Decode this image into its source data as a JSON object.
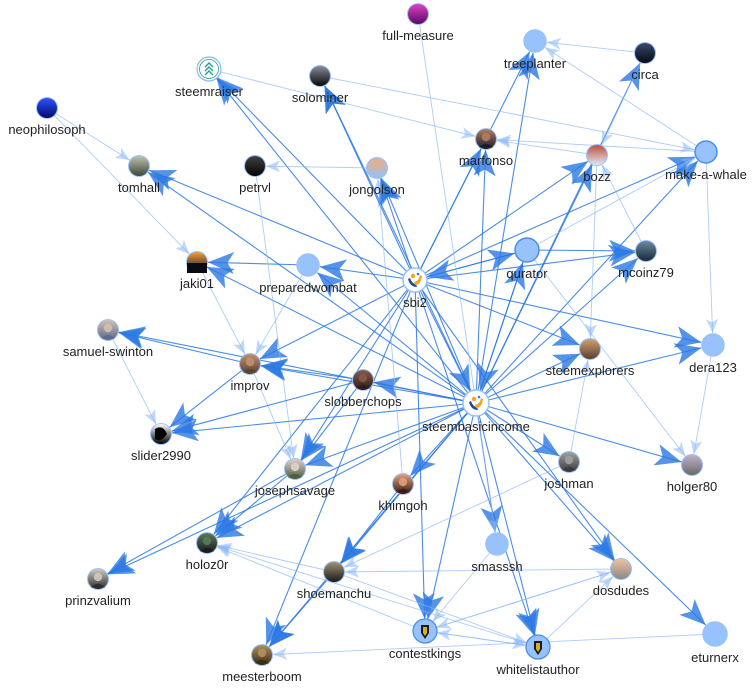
{
  "graph": {
    "colors": {
      "edge_strong": "#2a78e4",
      "edge_light": "#8ab8f5",
      "node_plain_fill": "#97c2fc",
      "node_plain_stroke": "#5a9ff0",
      "label": "#222222"
    },
    "nodes": [
      {
        "id": "steembasicincome",
        "label": "steembasicincome",
        "kind": "logo-sbi",
        "icon": "hands-coins-logo"
      },
      {
        "id": "sbi2",
        "label": "sbi2",
        "kind": "logo-sbi",
        "icon": "hands-coins-logo"
      },
      {
        "id": "full-measure",
        "label": "full-measure",
        "kind": "avatar",
        "icon": "avatar-magenta",
        "tone": [
          "#e040c0",
          "#5a0a6a"
        ]
      },
      {
        "id": "treeplanter",
        "label": "treeplanter",
        "kind": "plain"
      },
      {
        "id": "circa",
        "label": "circa",
        "kind": "avatar",
        "icon": "avatar-dark",
        "tone": [
          "#3a4a6a",
          "#050a15"
        ]
      },
      {
        "id": "steemraiser",
        "label": "steemraiser",
        "kind": "logo-chevrons",
        "icon": "chevrons-up-logo"
      },
      {
        "id": "solominer",
        "label": "solominer",
        "kind": "avatar",
        "icon": "avatar-dark",
        "tone": [
          "#8a8a9a",
          "#0a0a0a"
        ]
      },
      {
        "id": "neophilosoph",
        "label": "neophilosoph",
        "kind": "avatar",
        "icon": "avatar-blue",
        "tone": [
          "#3050ff",
          "#000a6a"
        ]
      },
      {
        "id": "marfonso",
        "label": "marfonso",
        "kind": "avatar",
        "icon": "avatar-person",
        "tone": [
          "#b08060",
          "#1a1a2a"
        ]
      },
      {
        "id": "bozz",
        "label": "bozz",
        "kind": "avatar",
        "icon": "avatar-group",
        "tone": [
          "#c05040",
          "#dde8f0"
        ]
      },
      {
        "id": "make-a-whale",
        "label": "make-a-whale",
        "kind": "plain"
      },
      {
        "id": "tomhall",
        "label": "tomhall",
        "kind": "avatar",
        "icon": "avatar-gray",
        "tone": [
          "#c0c0b0",
          "#3a4a3a"
        ]
      },
      {
        "id": "petrvl",
        "label": "petrvl",
        "kind": "avatar",
        "icon": "avatar-dark",
        "tone": [
          "#404040",
          "#050505"
        ]
      },
      {
        "id": "jongolson",
        "label": "jongolson",
        "kind": "avatar",
        "icon": "avatar-person",
        "tone": [
          "#e0b090",
          "#9ac0f0"
        ]
      },
      {
        "id": "jaki01",
        "label": "jaki01",
        "kind": "avatar",
        "icon": "avatar-sunset",
        "tone": [
          "#f0a040",
          "#101020"
        ]
      },
      {
        "id": "preparedwombat",
        "label": "preparedwombat",
        "kind": "plain"
      },
      {
        "id": "qurator",
        "label": "qurator",
        "kind": "plain-large"
      },
      {
        "id": "mcoinz79",
        "label": "mcoinz79",
        "kind": "avatar",
        "icon": "avatar-scene",
        "tone": [
          "#6a8aa0",
          "#1a2a3a"
        ]
      },
      {
        "id": "samuel-swinton",
        "label": "samuel-swinton",
        "kind": "avatar",
        "icon": "avatar-person",
        "tone": [
          "#d0c0b0",
          "#5a6a8a"
        ]
      },
      {
        "id": "improv",
        "label": "improv",
        "kind": "avatar",
        "icon": "avatar-person",
        "tone": [
          "#c09070",
          "#5a4030"
        ]
      },
      {
        "id": "steemexplorers",
        "label": "steemexplorers",
        "kind": "avatar",
        "icon": "avatar-scene",
        "tone": [
          "#d0a070",
          "#5a4030"
        ]
      },
      {
        "id": "dera123",
        "label": "dera123",
        "kind": "plain"
      },
      {
        "id": "slobberchops",
        "label": "slobberchops",
        "kind": "avatar",
        "icon": "avatar-person",
        "tone": [
          "#8a5a4a",
          "#2a1a1a"
        ]
      },
      {
        "id": "slider2990",
        "label": "slider2990",
        "kind": "avatar",
        "icon": "avatar-bw",
        "tone": [
          "#ffffff",
          "#000000"
        ]
      },
      {
        "id": "josephsavage",
        "label": "josephsavage",
        "kind": "avatar",
        "icon": "avatar-person",
        "tone": [
          "#e0d0d0",
          "#4a5a3a"
        ]
      },
      {
        "id": "khimgoh",
        "label": "khimgoh",
        "kind": "avatar",
        "icon": "avatar-person",
        "tone": [
          "#e0a080",
          "#3a1a10"
        ]
      },
      {
        "id": "joshman",
        "label": "joshman",
        "kind": "avatar",
        "icon": "avatar-person",
        "tone": [
          "#a0a0a0",
          "#3a3a3a"
        ]
      },
      {
        "id": "holger80",
        "label": "holger80",
        "kind": "avatar",
        "icon": "avatar-flower",
        "tone": [
          "#c0b0c8",
          "#6a6a6a"
        ]
      },
      {
        "id": "holoz0r",
        "label": "holoz0r",
        "kind": "avatar",
        "icon": "avatar-person",
        "tone": [
          "#5a7a5a",
          "#1a1a1a"
        ]
      },
      {
        "id": "smasssh",
        "label": "smasssh",
        "kind": "plain"
      },
      {
        "id": "prinzvalium",
        "label": "prinzvalium",
        "kind": "avatar",
        "icon": "avatar-person",
        "tone": [
          "#d0c8c0",
          "#2a2a2a"
        ]
      },
      {
        "id": "shoemanchu",
        "label": "shoemanchu",
        "kind": "avatar",
        "icon": "avatar-scene",
        "tone": [
          "#a09070",
          "#1a1a1a"
        ]
      },
      {
        "id": "dosdudes",
        "label": "dosdudes",
        "kind": "avatar",
        "icon": "avatar-cartoon",
        "tone": [
          "#f0c0a0",
          "#8a8a8a"
        ]
      },
      {
        "id": "contestkings",
        "label": "contestkings",
        "kind": "logo-shield",
        "icon": "crown-shield-logo"
      },
      {
        "id": "whitelistauthor",
        "label": "whitelistauthor",
        "kind": "logo-shield",
        "icon": "crown-shield-logo"
      },
      {
        "id": "eturnerx",
        "label": "eturnerx",
        "kind": "plain-large"
      },
      {
        "id": "meesterboom",
        "label": "meesterboom",
        "kind": "avatar",
        "icon": "avatar-person",
        "tone": [
          "#b09060",
          "#3a2a10"
        ]
      }
    ],
    "edges": [
      [
        "steembasicincome",
        "steemraiser",
        1
      ],
      [
        "steembasicincome",
        "solominer",
        1
      ],
      [
        "steembasicincome",
        "tomhall",
        1
      ],
      [
        "steembasicincome",
        "treeplanter",
        1
      ],
      [
        "steembasicincome",
        "marfonso",
        1
      ],
      [
        "steembasicincome",
        "bozz",
        1
      ],
      [
        "steembasicincome",
        "make-a-whale",
        1
      ],
      [
        "steembasicincome",
        "circa",
        1
      ],
      [
        "steembasicincome",
        "qurator",
        1
      ],
      [
        "steembasicincome",
        "mcoinz79",
        1
      ],
      [
        "steembasicincome",
        "jongolson",
        1
      ],
      [
        "steembasicincome",
        "preparedwombat",
        1
      ],
      [
        "steembasicincome",
        "jaki01",
        1
      ],
      [
        "steembasicincome",
        "improv",
        1
      ],
      [
        "steembasicincome",
        "slobberchops",
        1
      ],
      [
        "steembasicincome",
        "slider2990",
        1
      ],
      [
        "steembasicincome",
        "josephsavage",
        1
      ],
      [
        "steembasicincome",
        "khimgoh",
        1
      ],
      [
        "steembasicincome",
        "steemexplorers",
        1
      ],
      [
        "steembasicincome",
        "dera123",
        1
      ],
      [
        "steembasicincome",
        "joshman",
        1
      ],
      [
        "steembasicincome",
        "holger80",
        1
      ],
      [
        "steembasicincome",
        "smasssh",
        1
      ],
      [
        "steembasicincome",
        "dosdudes",
        1
      ],
      [
        "steembasicincome",
        "eturnerx",
        1
      ],
      [
        "steembasicincome",
        "whitelistauthor",
        1
      ],
      [
        "steembasicincome",
        "contestkings",
        1
      ],
      [
        "steembasicincome",
        "shoemanchu",
        1
      ],
      [
        "steembasicincome",
        "holoz0r",
        1
      ],
      [
        "steembasicincome",
        "prinzvalium",
        1
      ],
      [
        "steembasicincome",
        "meesterboom",
        1
      ],
      [
        "steembasicincome",
        "samuel-swinton",
        1
      ],
      [
        "sbi2",
        "steemraiser",
        1
      ],
      [
        "sbi2",
        "solominer",
        1
      ],
      [
        "sbi2",
        "tomhall",
        1
      ],
      [
        "sbi2",
        "jongolson",
        1
      ],
      [
        "sbi2",
        "preparedwombat",
        1
      ],
      [
        "sbi2",
        "qurator",
        1
      ],
      [
        "sbi2",
        "marfonso",
        1
      ],
      [
        "sbi2",
        "treeplanter",
        1
      ],
      [
        "sbi2",
        "bozz",
        1
      ],
      [
        "sbi2",
        "make-a-whale",
        1
      ],
      [
        "sbi2",
        "mcoinz79",
        1
      ],
      [
        "sbi2",
        "improv",
        1
      ],
      [
        "sbi2",
        "steemexplorers",
        1
      ],
      [
        "sbi2",
        "dera123",
        1
      ],
      [
        "sbi2",
        "josephsavage",
        1
      ],
      [
        "sbi2",
        "meesterboom",
        1
      ],
      [
        "sbi2",
        "holoz0r",
        1
      ],
      [
        "sbi2",
        "dosdudes",
        1
      ],
      [
        "sbi2",
        "whitelistauthor",
        1
      ],
      [
        "sbi2",
        "contestkings",
        1
      ],
      [
        "sbi2",
        "steembasicincome",
        1
      ],
      [
        "qurator",
        "steembasicincome",
        1
      ],
      [
        "qurator",
        "sbi2",
        1
      ],
      [
        "qurator",
        "make-a-whale",
        0
      ],
      [
        "qurator",
        "mcoinz79",
        1
      ],
      [
        "qurator",
        "holger80",
        0
      ],
      [
        "preparedwombat",
        "jaki01",
        1
      ],
      [
        "preparedwombat",
        "improv",
        0
      ],
      [
        "circa",
        "treeplanter",
        0
      ],
      [
        "circa",
        "bozz",
        0
      ],
      [
        "make-a-whale",
        "treeplanter",
        0
      ],
      [
        "make-a-whale",
        "marfonso",
        0
      ],
      [
        "make-a-whale",
        "dera123",
        0
      ],
      [
        "bozz",
        "marfonso",
        0
      ],
      [
        "bozz",
        "steemexplorers",
        0
      ],
      [
        "full-measure",
        "smasssh",
        0
      ],
      [
        "neophilosoph",
        "jaki01",
        0
      ],
      [
        "neophilosoph",
        "tomhall",
        0
      ],
      [
        "steemraiser",
        "marfonso",
        0
      ],
      [
        "solominer",
        "make-a-whale",
        0
      ],
      [
        "petrvl",
        "josephsavage",
        0
      ],
      [
        "jongolson",
        "petrvl",
        0
      ],
      [
        "jaki01",
        "improv",
        0
      ],
      [
        "samuel-swinton",
        "slider2990",
        0
      ],
      [
        "improv",
        "samuel-swinton",
        1
      ],
      [
        "improv",
        "slider2990",
        1
      ],
      [
        "improv",
        "josephsavage",
        0
      ],
      [
        "slobberchops",
        "improv",
        1
      ],
      [
        "slobberchops",
        "slider2990",
        1
      ],
      [
        "slobberchops",
        "josephsavage",
        1
      ],
      [
        "khimgoh",
        "shoemanchu",
        1
      ],
      [
        "khimgoh",
        "jongolson",
        0
      ],
      [
        "dera123",
        "holger80",
        0
      ],
      [
        "joshman",
        "steemexplorers",
        0
      ],
      [
        "shoemanchu",
        "holoz0r",
        0
      ],
      [
        "shoemanchu",
        "meesterboom",
        1
      ],
      [
        "shoemanchu",
        "whitelistauthor",
        0
      ],
      [
        "contestkings",
        "dosdudes",
        0
      ],
      [
        "contestkings",
        "whitelistauthor",
        0
      ],
      [
        "contestkings",
        "holoz0r",
        0
      ],
      [
        "whitelistauthor",
        "dosdudes",
        0
      ],
      [
        "whitelistauthor",
        "holoz0r",
        0
      ],
      [
        "whitelistauthor",
        "contestkings",
        0
      ],
      [
        "eturnerx",
        "meesterboom",
        0
      ],
      [
        "dosdudes",
        "shoemanchu",
        0
      ],
      [
        "dosdudes",
        "contestkings",
        0
      ],
      [
        "smasssh",
        "contestkings",
        0
      ],
      [
        "josephsavage",
        "holoz0r",
        1
      ],
      [
        "josephsavage",
        "prinzvalium",
        1
      ],
      [
        "joshman",
        "shoemanchu",
        0
      ],
      [
        "mcoinz79",
        "bozz",
        0
      ]
    ]
  }
}
